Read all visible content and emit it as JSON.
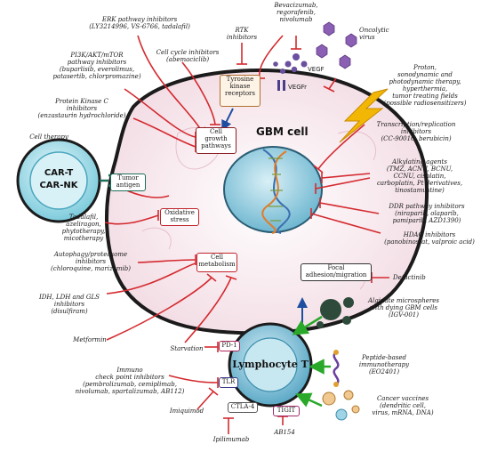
{
  "cells": {
    "gbm": "GBM cell",
    "cart": "CAR-T",
    "carnk": "CAR-NK",
    "lymphocyte": "Lymphocyte T",
    "cell_therapy": "Cell therapy"
  },
  "boxes": {
    "tyrosine": "Tyrosine\nkinase\nreceptors",
    "growth": "Cell\ngrowth\npathways",
    "tumor_antigen": "Tumor\nantigen",
    "oxidative": "Oxidative\nstress",
    "metabolism": "Cell\nmetabolism",
    "focal": "Focal\nadhesion/migration",
    "pd1": "PD-1",
    "tlr": "TLR",
    "ctla4": "CTLA-4",
    "tigit": "TIGIT",
    "vegf": "VEGF",
    "vegfr": "VEGFr"
  },
  "labels": {
    "erk": "ERK pathway inhibitors\n(LY3214996, VS-6766, tadalafil)",
    "rtk": "RTK\ninhibitors",
    "bevacizumab": "Bevacizumab,\nregorafenib,\nnivolumab",
    "oncolytic": "Oncolytic\nvirus",
    "pi3k": "PI3K/AKT/mTOR\npathway inhibitors\n(buparlisib, everolimus,\npatasertib, chlorpromazine)",
    "cellcycle": "Cell cycle inhibitors\n(abemaciclib)",
    "proton": "Proton,\nsonodynamic and\nphotodynamic therapy,\nhyperthermia,\ntumor treating fields\n(possible radiosensitizers)",
    "pkc": "Protein Kinase C\ninhibitors\n(enzastaurin hydrochloride)",
    "transcription": "Transcription/replication\ninhibitors\n(CC-90010, berubicin)",
    "alkylating": "Alkylating agents\n(TMZ, ACNU, BCNU,\nCCNU, cisplatin,\ncarboplatin, Pt derivatives,\ntinostamustine)",
    "ddr": "DDR pathway inhibitors\n(niraparib, olaparib,\npamiparib, AZD1390)",
    "hdac": "HDAC inhibitors\n(panobinostat, valproic acid)",
    "tadalafil": "Tadalafil,\nazeliragon,\nphytotherapy,\nmicotherapy",
    "autophagy": "Autophagy/proteasome\ninhibitors\n(chloroquine, marizomib)",
    "idh": "IDH, LDH and GLS\ninhibitors\n(disulfiram)",
    "metformin": "Metformin",
    "starvation": "Starvation",
    "defactinib": "Defactinib",
    "alginate": "Alginate microspheres\nwith dying GBM cells\n(IGV-001)",
    "peptide": "Peptide-based\nimmunotherapy\n(EO2401)",
    "vaccines": "Cancer vaccines\n(dendritic cell,\nvirus, mRNA, DNA)",
    "immuno": "Immuno\ncheck point inhibitors\n(pembrolizumab, cemiplimab,\nnivolumab, spartalizumab, AB112)",
    "imiquimod": "Imiquimod",
    "ipilimumab": "Ipilimumab",
    "ab154": "AB154"
  },
  "colors": {
    "inhibit": "#d42a2f",
    "activate": "#2aa82a",
    "flow": "#1f4ea0",
    "membrane": "#1b1b1b",
    "cell_fill": "#fbeef2",
    "nucleus": "#9fd3e6",
    "lymph": "#7fc4dc",
    "cart": "#9fdbe8",
    "lightning": "#f2b705",
    "virus": "#8b5fb3"
  }
}
